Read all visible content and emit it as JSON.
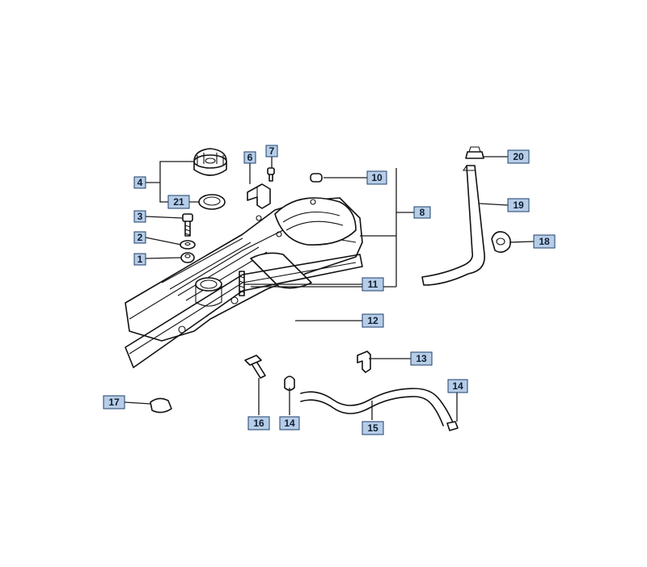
{
  "diagram": {
    "callouts": [
      {
        "id": "c1",
        "label": "1"
      },
      {
        "id": "c2",
        "label": "2"
      },
      {
        "id": "c3",
        "label": "3"
      },
      {
        "id": "c4",
        "label": "4"
      },
      {
        "id": "c6",
        "label": "6"
      },
      {
        "id": "c7",
        "label": "7"
      },
      {
        "id": "c8",
        "label": "8"
      },
      {
        "id": "c10",
        "label": "10"
      },
      {
        "id": "c11",
        "label": "11"
      },
      {
        "id": "c12",
        "label": "12"
      },
      {
        "id": "c13",
        "label": "13"
      },
      {
        "id": "c14a",
        "label": "14"
      },
      {
        "id": "c14b",
        "label": "14"
      },
      {
        "id": "c15",
        "label": "15"
      },
      {
        "id": "c16",
        "label": "16"
      },
      {
        "id": "c17",
        "label": "17"
      },
      {
        "id": "c18",
        "label": "18"
      },
      {
        "id": "c19",
        "label": "19"
      },
      {
        "id": "c20",
        "label": "20"
      },
      {
        "id": "c21",
        "label": "21"
      }
    ]
  },
  "colors": {
    "callout_fill": "#b7cde6",
    "callout_border": "#1b3f6e",
    "line": "#111111",
    "background": "#ffffff"
  }
}
